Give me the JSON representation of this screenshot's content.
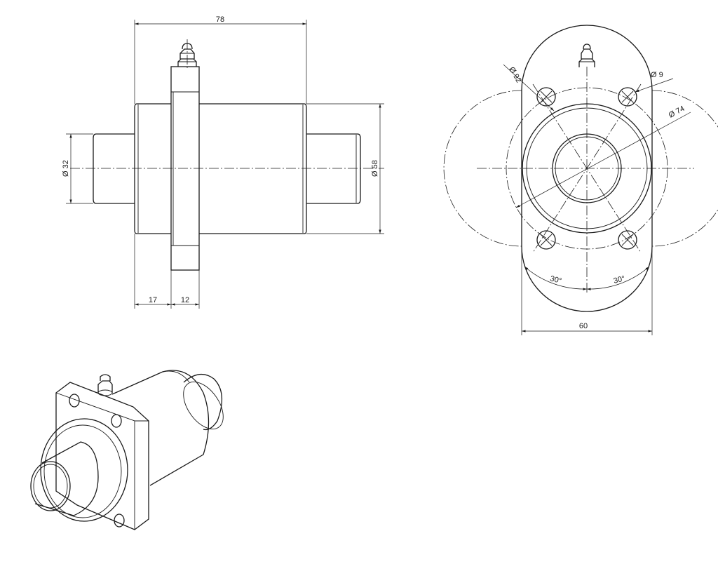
{
  "dimensions": {
    "overall_length": "78",
    "flange_offset": "17",
    "flange_thickness": "12",
    "shaft_diameter": "Ø 32",
    "body_diameter": "Ø 58",
    "flange_outer_diameter": "Ø 92",
    "hole_diameter": "Ø 9",
    "bolt_circle_diameter": "Ø 74",
    "flat_width": "60",
    "angle_left": "30°",
    "angle_right": "30°"
  }
}
